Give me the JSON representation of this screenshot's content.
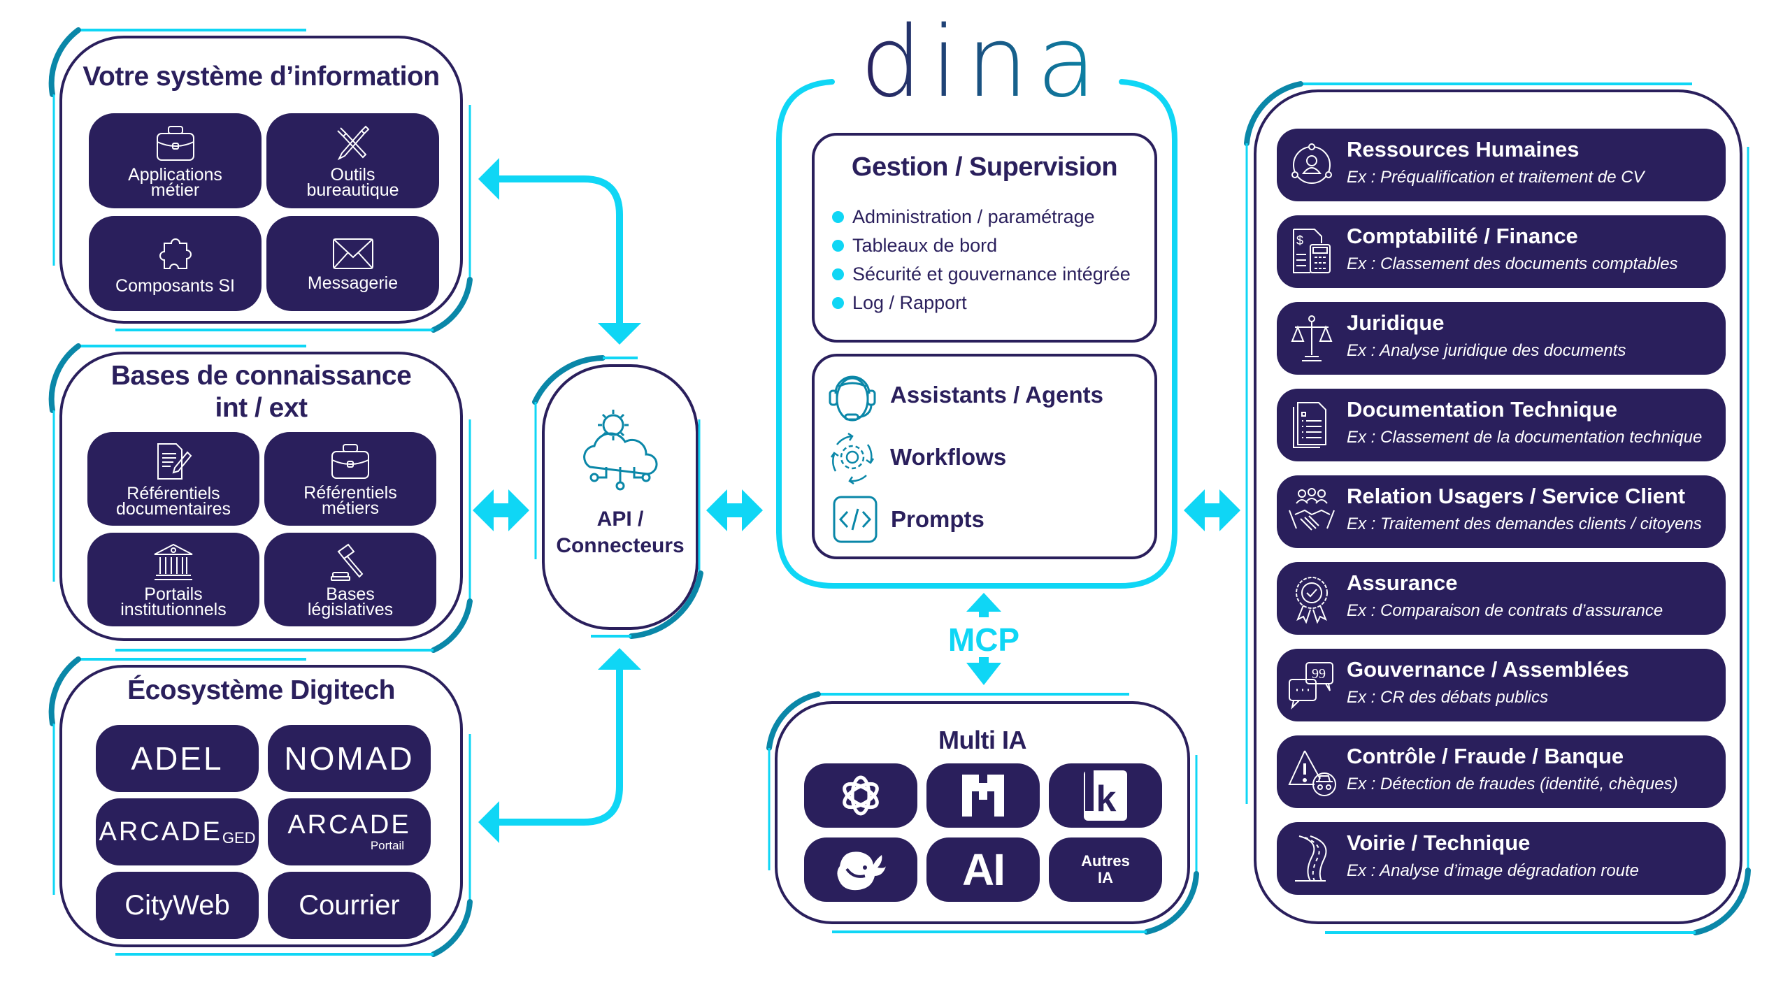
{
  "colors": {
    "navy": "#2a1f5c",
    "cyan": "#0fd6f5",
    "teal": "#0a87a8",
    "white": "#ffffff"
  },
  "brand": {
    "logo_text": "dina"
  },
  "left_panels": {
    "systeme_information": {
      "title": "Votre système d’information",
      "tiles": [
        {
          "icon": "briefcase-icon",
          "label_line1": "Applications",
          "label_line2": "métier"
        },
        {
          "icon": "tools-icon",
          "label_line1": "Outils",
          "label_line2": "bureautique"
        },
        {
          "icon": "puzzle-icon",
          "label_line1": "Composants SI",
          "label_line2": ""
        },
        {
          "icon": "envelope-icon",
          "label_line1": "Messagerie",
          "label_line2": ""
        }
      ]
    },
    "bases_connaissance": {
      "title_line1": "Bases de connaissance",
      "title_line2": "int / ext",
      "tiles": [
        {
          "icon": "document-pen-icon",
          "label_line1": "Référentiels",
          "label_line2": "documentaires"
        },
        {
          "icon": "briefcase-icon",
          "label_line1": "Référentiels",
          "label_line2": "métiers"
        },
        {
          "icon": "institution-icon",
          "label_line1": "Portails",
          "label_line2": "institutionnels"
        },
        {
          "icon": "gavel-icon",
          "label_line1": "Bases",
          "label_line2": "législatives"
        }
      ]
    },
    "ecosysteme": {
      "title": "Écosystème Digitech",
      "products": [
        {
          "name": "ADEL",
          "sub": ""
        },
        {
          "name": "NOMAD",
          "sub": ""
        },
        {
          "name": "ARCADE",
          "sub": "GED"
        },
        {
          "name": "ARCADE",
          "sub": "Portail"
        },
        {
          "name": "CityWeb",
          "sub": ""
        },
        {
          "name": "Courrier",
          "sub": ""
        }
      ]
    }
  },
  "api": {
    "icon": "cloud-gear-icon",
    "label_line1": "API /",
    "label_line2": "Connecteurs"
  },
  "dina_core": {
    "gestion": {
      "title": "Gestion / Supervision",
      "bullets": [
        "Administration / paramétrage",
        "Tableaux de bord",
        "Sécurité et gouvernance intégrée",
        "Log / Rapport"
      ]
    },
    "features": [
      {
        "icon": "headset-agent-icon",
        "label": "Assistants / Agents"
      },
      {
        "icon": "gear-cycle-icon",
        "label": "Workflows"
      },
      {
        "icon": "code-icon",
        "label": "Prompts"
      }
    ]
  },
  "mcp": {
    "label": "MCP"
  },
  "multi_ia": {
    "title": "Multi IA",
    "providers": [
      {
        "icon": "openai-icon",
        "label": ""
      },
      {
        "icon": "mistral-icon",
        "label": ""
      },
      {
        "icon": "k-logo-icon",
        "label": ""
      },
      {
        "icon": "deepseek-whale-icon",
        "label": ""
      },
      {
        "icon": "anthropic-icon",
        "label": "AI"
      },
      {
        "icon": "",
        "label_line1": "Autres",
        "label_line2": "IA"
      }
    ]
  },
  "use_cases": [
    {
      "icon": "hr-people-icon",
      "title": "Ressources Humaines",
      "example": "Ex : Préqualification et traitement de CV"
    },
    {
      "icon": "accounting-calculator-icon",
      "title": "Comptabilité / Finance",
      "example": "Ex : Classement des documents comptables"
    },
    {
      "icon": "scales-justice-icon",
      "title": "Juridique",
      "example": "Ex : Analyse juridique des documents"
    },
    {
      "icon": "document-list-icon",
      "title": "Documentation Technique",
      "example": "Ex : Classement de la documentation technique"
    },
    {
      "icon": "handshake-icon",
      "title": "Relation Usagers / Service Client",
      "example": "Ex : Traitement des demandes clients / citoyens"
    },
    {
      "icon": "award-badge-icon",
      "title": "Assurance",
      "example": "Ex : Comparaison de contrats d’assurance"
    },
    {
      "icon": "chat-bubbles-icon",
      "title": "Gouvernance / Assemblées",
      "example": "Ex : CR des débats publics"
    },
    {
      "icon": "warning-spy-icon",
      "title": "Contrôle / Fraude / Banque",
      "example": "Ex : Détection de fraudes (identité, chèques)"
    },
    {
      "icon": "road-icon",
      "title": "Voirie / Technique",
      "example": "Ex : Analyse d’image dégradation route"
    }
  ]
}
